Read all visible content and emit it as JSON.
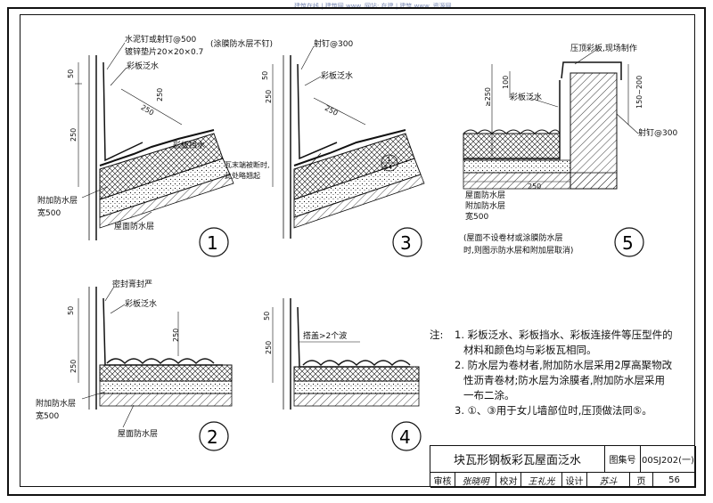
{
  "watermark": "建筑在线 | 建筑网 www.   网站: 在建 | 建筑 www.   资源网",
  "fig1": {
    "number": "1",
    "labels": {
      "nail": "水泥钉或射钉@500",
      "pad": "镀锌垫片20×20×0.7",
      "coating_note": "(涂膜防水层不钉)",
      "flashing": "彩板泛水",
      "water_stop": "彩板挡水",
      "extra_layer": "附加防水层",
      "width": "宽500",
      "roof_layer": "屋面防水层"
    },
    "dims": {
      "d50": "50",
      "d250a": "250",
      "d250b": "250",
      "d250c": "250"
    }
  },
  "fig3": {
    "number": "3",
    "labels": {
      "nail": "射钉@300",
      "flashing": "彩板泛水",
      "note1": "瓦末端被断时,",
      "note2": "此处略翘起",
      "ref_top": "1",
      "ref_bottom": "64"
    },
    "dims": {
      "d50": "50",
      "d250a": "250",
      "d250b": "250"
    }
  },
  "fig5": {
    "number": "5",
    "labels": {
      "cap": "压顶彩板,现场制作",
      "flashing": "彩板泛水",
      "nail": "射钉@300",
      "roof_layer": "屋面防水层",
      "extra_layer": "附加防水层",
      "width": "宽500",
      "note1": "(屋面不设卷材或涂膜防水层",
      "note2": "时,则图示防水层和附加层取消)"
    },
    "dims": {
      "d250v": "≥250",
      "d100": "100",
      "d150": "150~200",
      "d250h": "250"
    }
  },
  "fig2": {
    "number": "2",
    "labels": {
      "sealant": "密封膏封严",
      "flashing": "彩板泛水",
      "extra_layer": "附加防水层",
      "width": "宽500",
      "roof_layer": "屋面防水层"
    },
    "dims": {
      "d50": "50",
      "d250a": "250",
      "d250b": "250"
    }
  },
  "fig4": {
    "number": "4",
    "labels": {
      "overlap": "搭盖>2个波"
    },
    "dims": {
      "d50": "50",
      "d250": "250"
    }
  },
  "notes": {
    "head": "注:",
    "n1a": "1. 彩板泛水、彩板挡水、彩板连接件等压型件的",
    "n1b": "材料和颜色均与彩板瓦相同。",
    "n2a": "2. 防水层为卷材者,附加防水层采用2厚高聚物改",
    "n2b": "性沥青卷材;防水层为涂膜者,附加防水层采用",
    "n2c": "一布二涂。",
    "n3": "3. ①、③用于女儿墙部位时,压顶做法同⑤。"
  },
  "title_block": {
    "title": "块瓦形钢板彩瓦屋面泛水",
    "atlas_label": "图集号",
    "atlas_no": "00SJ202(一)",
    "review": "审核",
    "review_sig": "张晓明",
    "check": "校对",
    "check_sig": "王礼光",
    "design": "设计",
    "design_sig": "苏斗",
    "page_label": "页",
    "page_no": "56"
  }
}
